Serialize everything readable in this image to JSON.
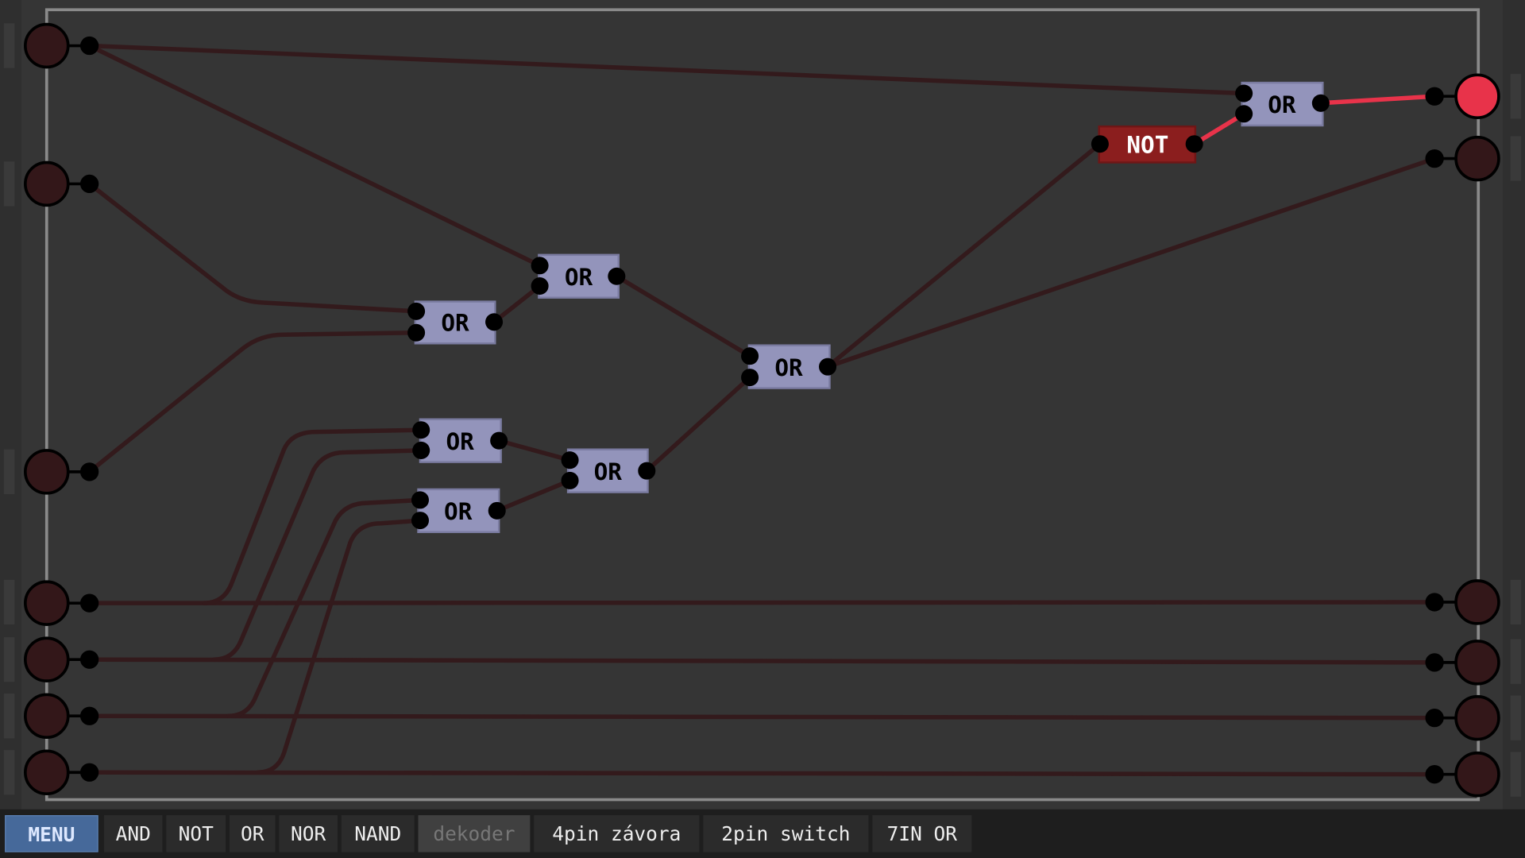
{
  "gates": [
    {
      "type": "OR",
      "state": "off"
    },
    {
      "type": "OR",
      "state": "off"
    },
    {
      "type": "OR",
      "state": "off"
    },
    {
      "type": "OR",
      "state": "off"
    },
    {
      "type": "OR",
      "state": "off"
    },
    {
      "type": "OR",
      "state": "off"
    },
    {
      "type": "NOT",
      "state": "on"
    },
    {
      "type": "OR",
      "state": "on"
    }
  ],
  "inputs_on": [
    false,
    false,
    false,
    false,
    false,
    false,
    false
  ],
  "outputs_on": [
    true,
    false,
    false,
    false,
    false,
    false
  ],
  "colors": {
    "wire_off": "#331a1c",
    "wire_on": "#e8334a",
    "or_gate": "#9394bb",
    "not_gate": "#8b1e1e",
    "node_off": "#331719",
    "node_on": "#e8334a",
    "menu": "#46699a"
  },
  "toolbar": {
    "menu": "MENU",
    "items": [
      "AND",
      "NOT",
      "OR",
      "NOR",
      "NAND",
      "dekoder",
      "4pin závora",
      "2pin switch",
      "7IN OR"
    ]
  }
}
